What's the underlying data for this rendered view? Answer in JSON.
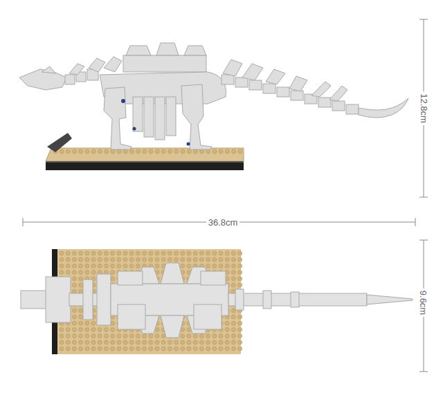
{
  "diagram": {
    "labels": [
      "12.8cm",
      "36.8cm",
      "9.6cm"
    ]
  }
}
